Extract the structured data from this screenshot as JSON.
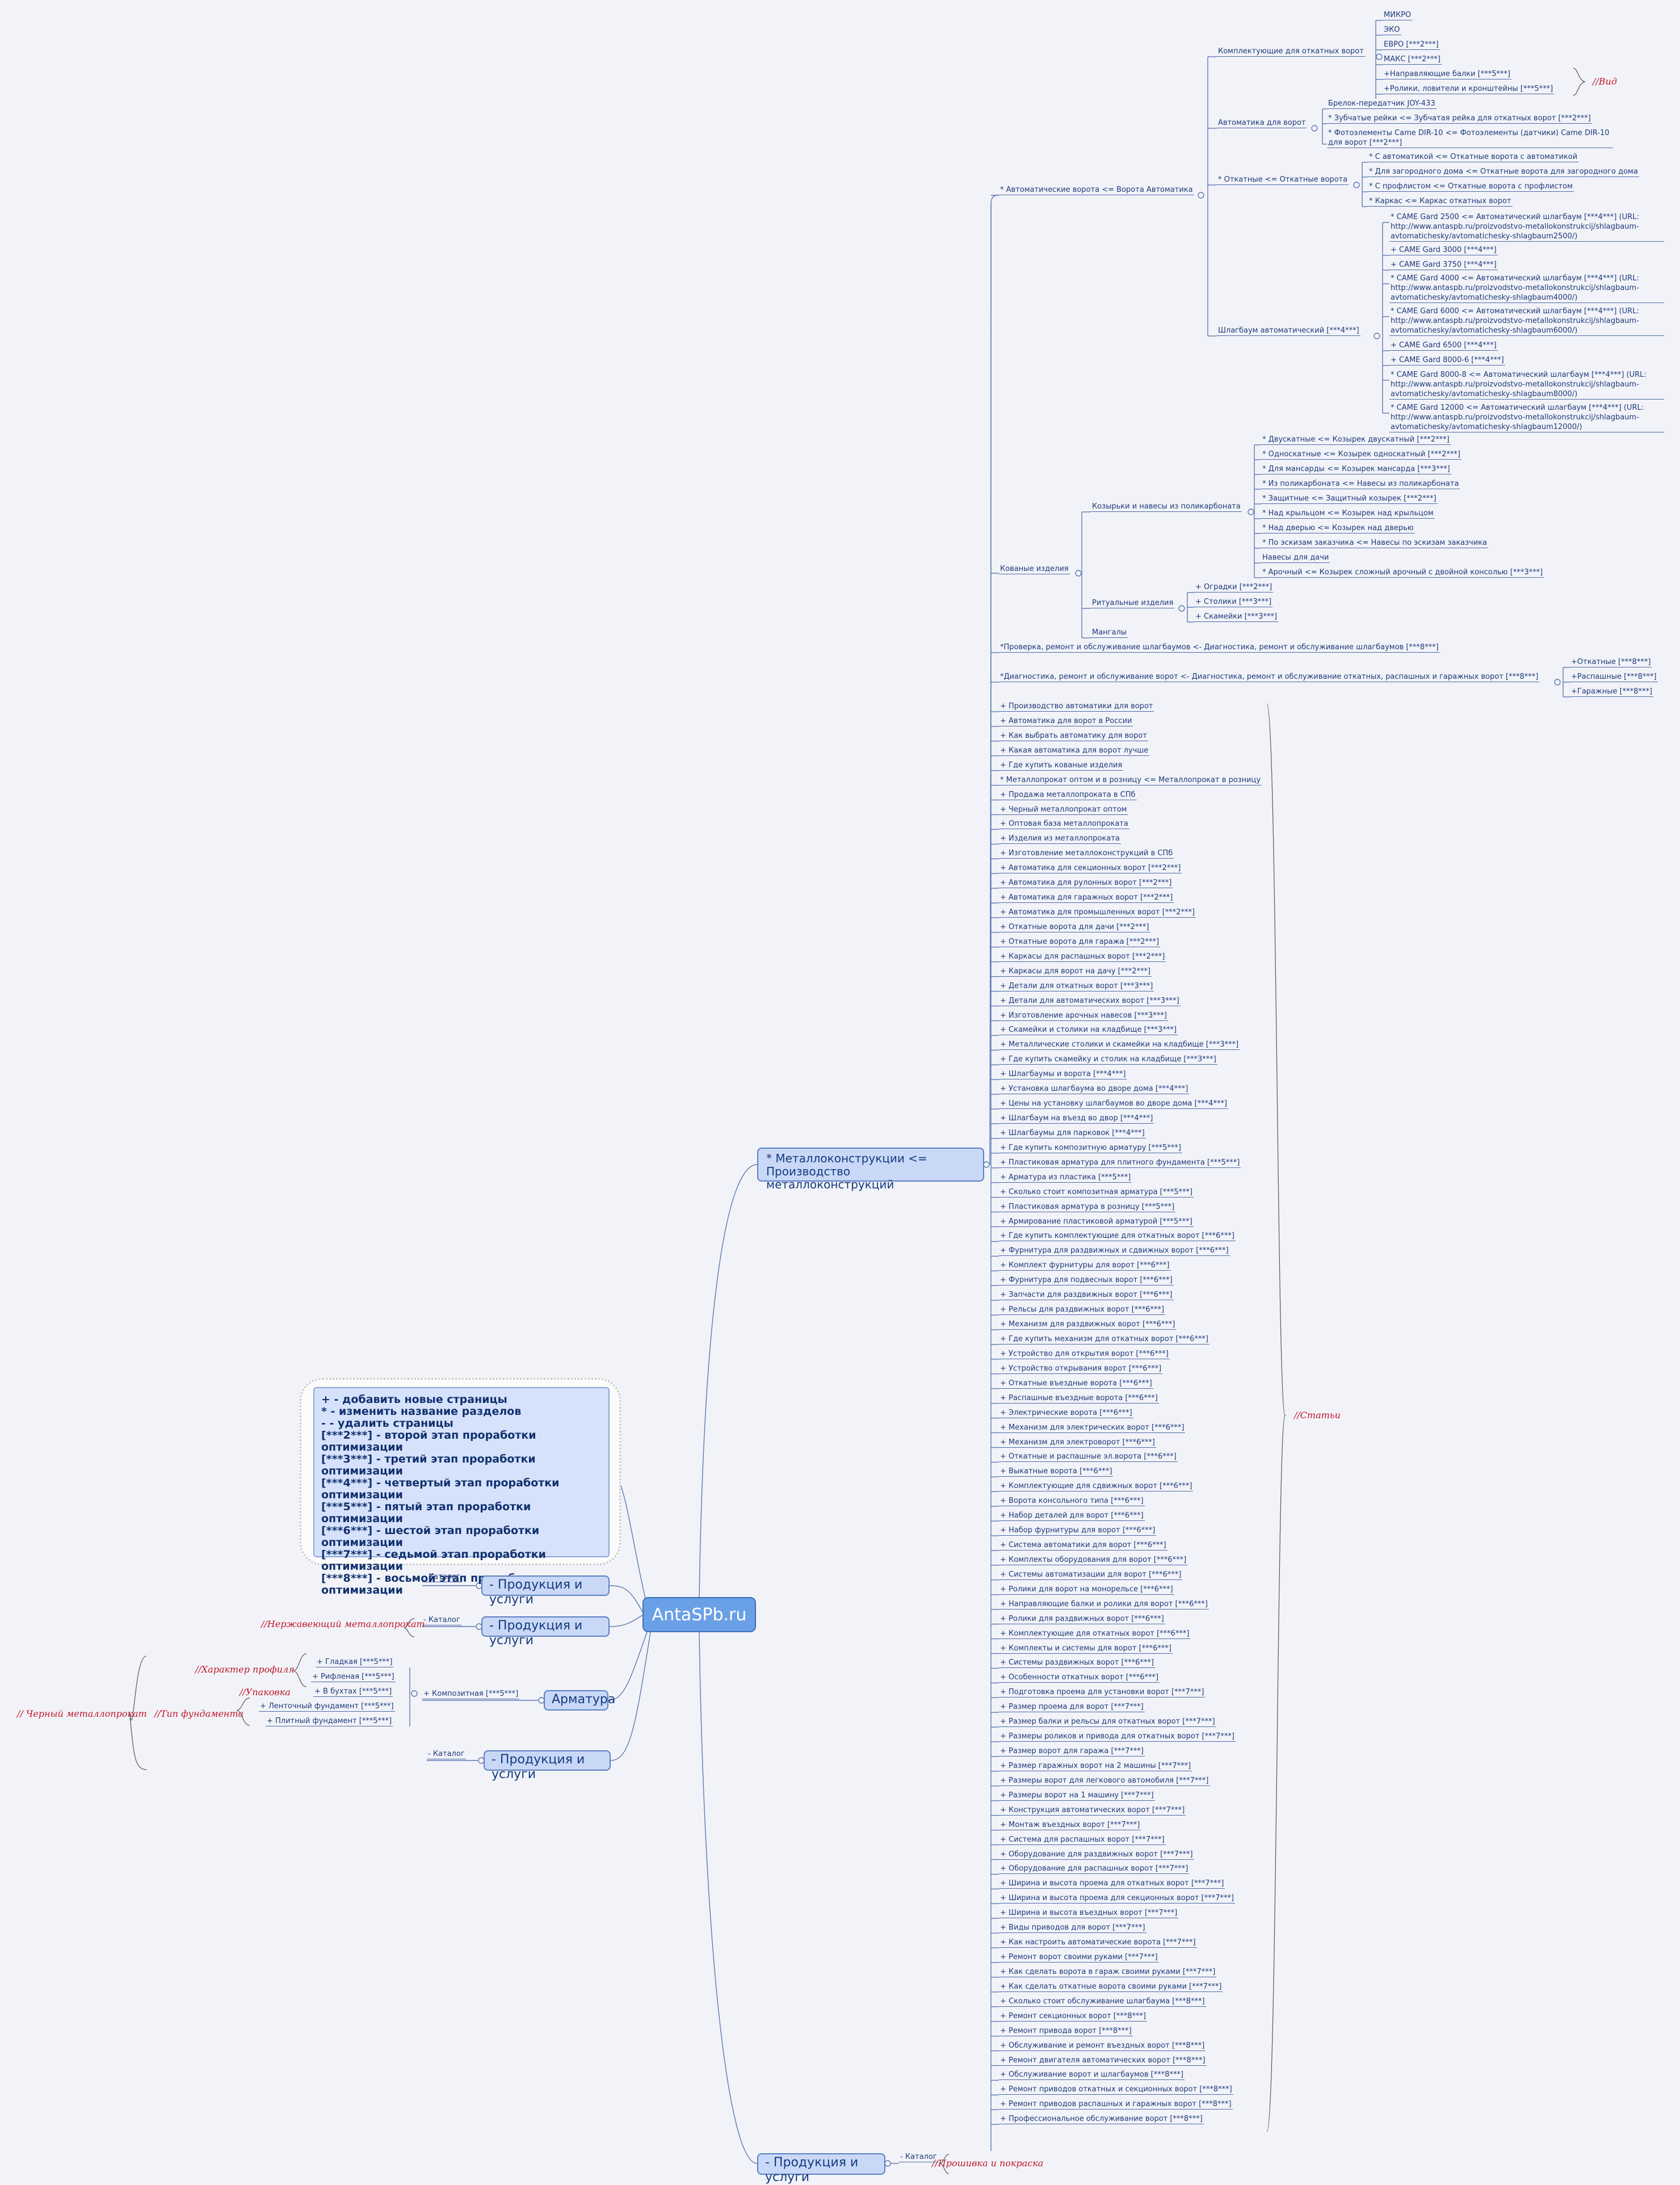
{
  "central": "AntaSPb.ru",
  "legend": [
    "+ - добавить новые страницы",
    "* - изменить название разделов",
    "- - удалить страницы",
    "[***2***] - второй этап проработки оптимизации",
    "[***3***] - третий этап проработки оптимизации",
    "[***4***] - четвертый этап проработки оптимизации",
    "[***5***] - пятый этап проработки оптимизации",
    "[***6***] - шестой этап проработки оптимизации",
    "[***7***] - седьмой этап проработки оптимизации",
    "[***8***] - восьмой этап проработки оптимизации"
  ],
  "metal": {
    "title": "* Металлоконструкции <= Производство металлоконструкций",
    "auto": {
      "label": "* Автоматические ворота <= Ворота Автоматика",
      "komplekt": {
        "label": "Комплектующие для откатных ворот",
        "items": [
          "МИКРО",
          "ЭКО",
          "ЕВРО [***2***]",
          "МАКС [***2***]",
          "+Направляющие балки [***5***]",
          "+Ролики, ловители и кронштейны [***5***]"
        ],
        "note": "//Вид"
      },
      "avtomatika": {
        "label": "Автоматика для ворот",
        "items": [
          "Брелок-передатчик JOY-433",
          "* Зубчатые рейки <= Зубчатая рейка для откатных ворот [***2***]",
          "* Фотоэлементы Came DIR-10 <= Фотоэлементы (датчики) Came DIR-10 для ворот [***2***]"
        ]
      },
      "otkatnye": {
        "label": "* Откатные <= Откатные ворота",
        "items": [
          "* С автоматикой <= Откатные ворота с автоматикой",
          "* Для загородного дома <= Откатные ворота для загородного дома",
          "* С профлистом <= Откатные ворота с профлистом",
          "* Каркас <= Каркас откатных ворот"
        ]
      },
      "shlagbaum": {
        "label": "Шлагбаум автоматический [***4***]",
        "items": [
          "* CAME Gard 2500 <= Автоматический шлагбаум [***4***] (URL: http://www.antaspb.ru/proizvodstvo-metallokonstrukcij/shlagbaum-avtomatichesky/avtomatichesky-shlagbaum2500/)",
          "+ CAME Gard 3000 [***4***]",
          "+ CAME Gard 3750 [***4***]",
          "* CAME Gard 4000 <= Автоматический шлагбаум [***4***] (URL: http://www.antaspb.ru/proizvodstvo-metallokonstrukcij/shlagbaum-avtomatichesky/avtomatichesky-shlagbaum4000/)",
          "* CAME Gard 6000 <= Автоматический шлагбаум [***4***] (URL: http://www.antaspb.ru/proizvodstvo-metallokonstrukcij/shlagbaum-avtomatichesky/avtomatichesky-shlagbaum6000/)",
          "+ CAME Gard 6500 [***4***]",
          "+ CAME Gard 8000-6 [***4***]",
          "* CAME Gard 8000-8 <= Автоматический шлагбаум [***4***] (URL: http://www.antaspb.ru/proizvodstvo-metallokonstrukcij/shlagbaum-avtomatichesky/avtomatichesky-shlagbaum8000/)",
          "* CAME Gard 12000 <= Автоматический шлагбаум [***4***] (URL: http://www.antaspb.ru/proizvodstvo-metallokonstrukcij/shlagbaum-avtomatichesky/avtomatichesky-shlagbaum12000/)"
        ]
      }
    },
    "kovanye": {
      "label": "Кованые изделия",
      "kozyrki": {
        "label": "Козырьки и навесы из поликарбоната",
        "items": [
          "* Двускатные <= Козырек двускатный [***2***]",
          "* Односкатные <= Козырек односкатный [***2***]",
          "* Для мансарды <= Козырек мансарда [***3***]",
          "* Из поликарбоната <= Навесы из поликарбоната",
          "* Защитные <= Защитный козырек [***2***]",
          "* Над крыльцом <= Козырек над крыльцом",
          "* Над дверью <= Козырек над дверью",
          "* По эскизам заказчика <= Навесы по эскизам заказчика",
          "Навесы для дачи",
          "* Арочный <= Козырек сложный арочный с двойной консолью [***3***]"
        ]
      },
      "ritual": {
        "label": "Ритуальные изделия",
        "items": [
          "+ Оградки [***2***]",
          "+ Столики [***3***]",
          "+ Скамейки [***3***]"
        ]
      },
      "mangaly": "Мангалы"
    },
    "proverka": "*Проверка, ремонт и обслуживание шлагбаумов <- Диагностика, ремонт и обслуживание шлагбаумов [***8***]",
    "diagnostika": {
      "label": "*Диагностика, ремонт и обслуживание ворот <- Диагностика, ремонт и обслуживание откатных, распашных и гаражных ворот [***8***]",
      "items": [
        "+Откатные [***8***]",
        "+Распашные [***8***]",
        "+Гаражные [***8***]"
      ]
    },
    "pages_note": "//Статьи",
    "pages": [
      "+ Производство автоматики для ворот",
      "+ Автоматика для ворот в России",
      "+ Как выбрать автоматику для ворот",
      "+ Какая автоматика для ворот лучше",
      "+ Где купить кованые изделия",
      "* Металлопрокат оптом и в розницу <= Металлопрокат в розницу",
      "+ Продажа металлопроката в СПб",
      "+ Черный металлопрокат оптом",
      "+ Оптовая база металлопроката",
      "+ Изделия из металлопроката",
      "+ Изготовление металлоконструкций в СПб",
      "+ Автоматика для секционных ворот [***2***]",
      "+ Автоматика для рулонных ворот [***2***]",
      "+ Автоматика для гаражных ворот [***2***]",
      "+ Автоматика для промышленных ворот [***2***]",
      "+ Откатные ворота для дачи [***2***]",
      "+ Откатные ворота для гаража [***2***]",
      "+ Каркасы для распашных ворот [***2***]",
      "+ Каркасы для ворот на дачу [***2***]",
      "+ Детали для откатных ворот [***3***]",
      "+ Детали для автоматических ворот [***3***]",
      "+ Изготовление арочных навесов [***3***]",
      "+ Скамейки и столики на кладбище [***3***]",
      "+ Металлические столики и скамейки на кладбище [***3***]",
      "+ Где купить скамейку и столик на кладбище [***3***]",
      "+ Шлагбаумы и ворота [***4***]",
      "+ Установка шлагбаума во дворе дома [***4***]",
      "+ Цены на установку шлагбаумов во дворе дома [***4***]",
      "+ Шлагбаум на въезд во двор [***4***]",
      "+ Шлагбаумы для парковок [***4***]",
      "+ Где купить композитную арматуру [***5***]",
      "+ Пластиковая арматура для плитного фундамента [***5***]",
      "+ Арматура из пластика [***5***]",
      "+ Сколько стоит композитная арматура [***5***]",
      "+ Пластиковая арматура в розницу [***5***]",
      "+ Армирование пластиковой арматурой [***5***]",
      "+ Где купить комплектующие для откатных ворот [***6***]",
      "+ Фурнитура для раздвижных и сдвижных ворот [***6***]",
      "+ Комплект фурнитуры для ворот [***6***]",
      "+ Фурнитура для подвесных ворот [***6***]",
      "+ Запчасти для раздвижных ворот [***6***]",
      "+ Рельсы для раздвижных ворот [***6***]",
      "+ Механизм для раздвижных ворот [***6***]",
      "+ Где купить механизм для откатных ворот [***6***]",
      "+ Устройство для открытия ворот [***6***]",
      "+ Устройство открывания ворот [***6***]",
      "+ Откатные въездные ворота [***6***]",
      "+ Распашные въездные ворота [***6***]",
      "+ Электрические ворота [***6***]",
      "+ Механизм для электрических ворот [***6***]",
      "+ Механизм для электроворот [***6***]",
      "+ Откатные и распашные эл.ворота [***6***]",
      "+ Выкатные ворота [***6***]",
      "+ Комплектующие для сдвижных ворот [***6***]",
      "+ Ворота консольного типа [***6***]",
      "+ Набор деталей для ворот [***6***]",
      "+ Набор фурнитуры для ворот [***6***]",
      "+ Система автоматики для ворот [***6***]",
      "+ Комплекты оборудования для ворот [***6***]",
      "+ Системы автоматизации для ворот [***6***]",
      "+ Ролики для ворот на монорельсе [***6***]",
      "+ Направляющие балки и ролики для ворот [***6***]",
      "+ Ролики для раздвижных ворот [***6***]",
      "+ Комплектующие для откатных ворот [***6***]",
      "+ Комплекты и системы для ворот [***6***]",
      "+ Системы раздвижных ворот [***6***]",
      "+ Особенности откатных ворот [***6***]",
      "+ Подготовка проема для установки ворот [***7***]",
      "+ Размер проема для ворот [***7***]",
      "+ Размер балки и рельсы для откатных ворот [***7***]",
      "+ Размеры роликов и привода для откатных ворот [***7***]",
      "+ Размер ворот для гаража [***7***]",
      "+ Размер гаражных ворот на 2 машины [***7***]",
      "+ Размеры ворот для легкового автомобиля [***7***]",
      "+ Размеры ворот на 1 машину [***7***]",
      "+ Конструкция автоматических ворот [***7***]",
      "+ Монтаж въездных ворот [***7***]",
      "+ Система для распашных ворот [***7***]",
      "+ Оборудование для раздвижных ворот [***7***]",
      "+ Оборудование для распашных ворот [***7***]",
      "+ Ширина и высота проема для откатных ворот [***7***]",
      "+ Ширина и высота проема для секционных ворот [***7***]",
      "+ Ширина и высота въездных ворот [***7***]",
      "+ Виды приводов для ворот [***7***]",
      "+ Как настроить автоматические ворота [***7***]",
      "+ Ремонт ворот своими руками [***7***]",
      "+ Как сделать ворота в гараж своими руками [***7***]",
      "+ Как сделать откатные ворота своими руками [***7***]",
      "+ Сколько стоит обслуживание шлагбаума [***8***]",
      "+ Ремонт секционных ворот [***8***]",
      "+ Ремонт привода ворот [***8***]",
      "+ Обслуживание и ремонт въездных ворот [***8***]",
      "+ Ремонт двигателя автоматических ворот [***8***]",
      "+ Обслуживание ворот и шлагбаумов [***8***]",
      "+ Ремонт приводов откатных и секционных ворот [***8***]",
      "+ Ремонт приводов распашных и гаражных ворот [***8***]",
      "+ Профессиональное обслуживание ворот [***8***]"
    ]
  },
  "prod_bottom": {
    "title": "- Продукция и услуги",
    "child": "- Каталог",
    "note": "//Прошивка и покраска"
  },
  "prod1": {
    "title": "- Продукция и услуги",
    "child": "- Каталог"
  },
  "prod2": {
    "title": "- Продукция и услуги",
    "child": "- Каталог",
    "note": "//Нержавеющий металлопрокат"
  },
  "armatura": {
    "title": "Арматура",
    "kompozit": "+ Композитная [***5***]",
    "items": [
      "+ Гладкая [***5***]",
      "+ Рифленая [***5***]",
      "+ В бухтах [***5***]",
      "+ Ленточный фундамент [***5***]",
      "+ Плитный фундамент [***5***]"
    ],
    "note_profile": "//Характер профиля",
    "note_pack": "//Упаковка",
    "note_found": "//Тип фундамента",
    "note_black": "// Черный металлопрокат"
  },
  "prod3": {
    "title": "- Продукция и услуги",
    "child": "- Каталог"
  }
}
